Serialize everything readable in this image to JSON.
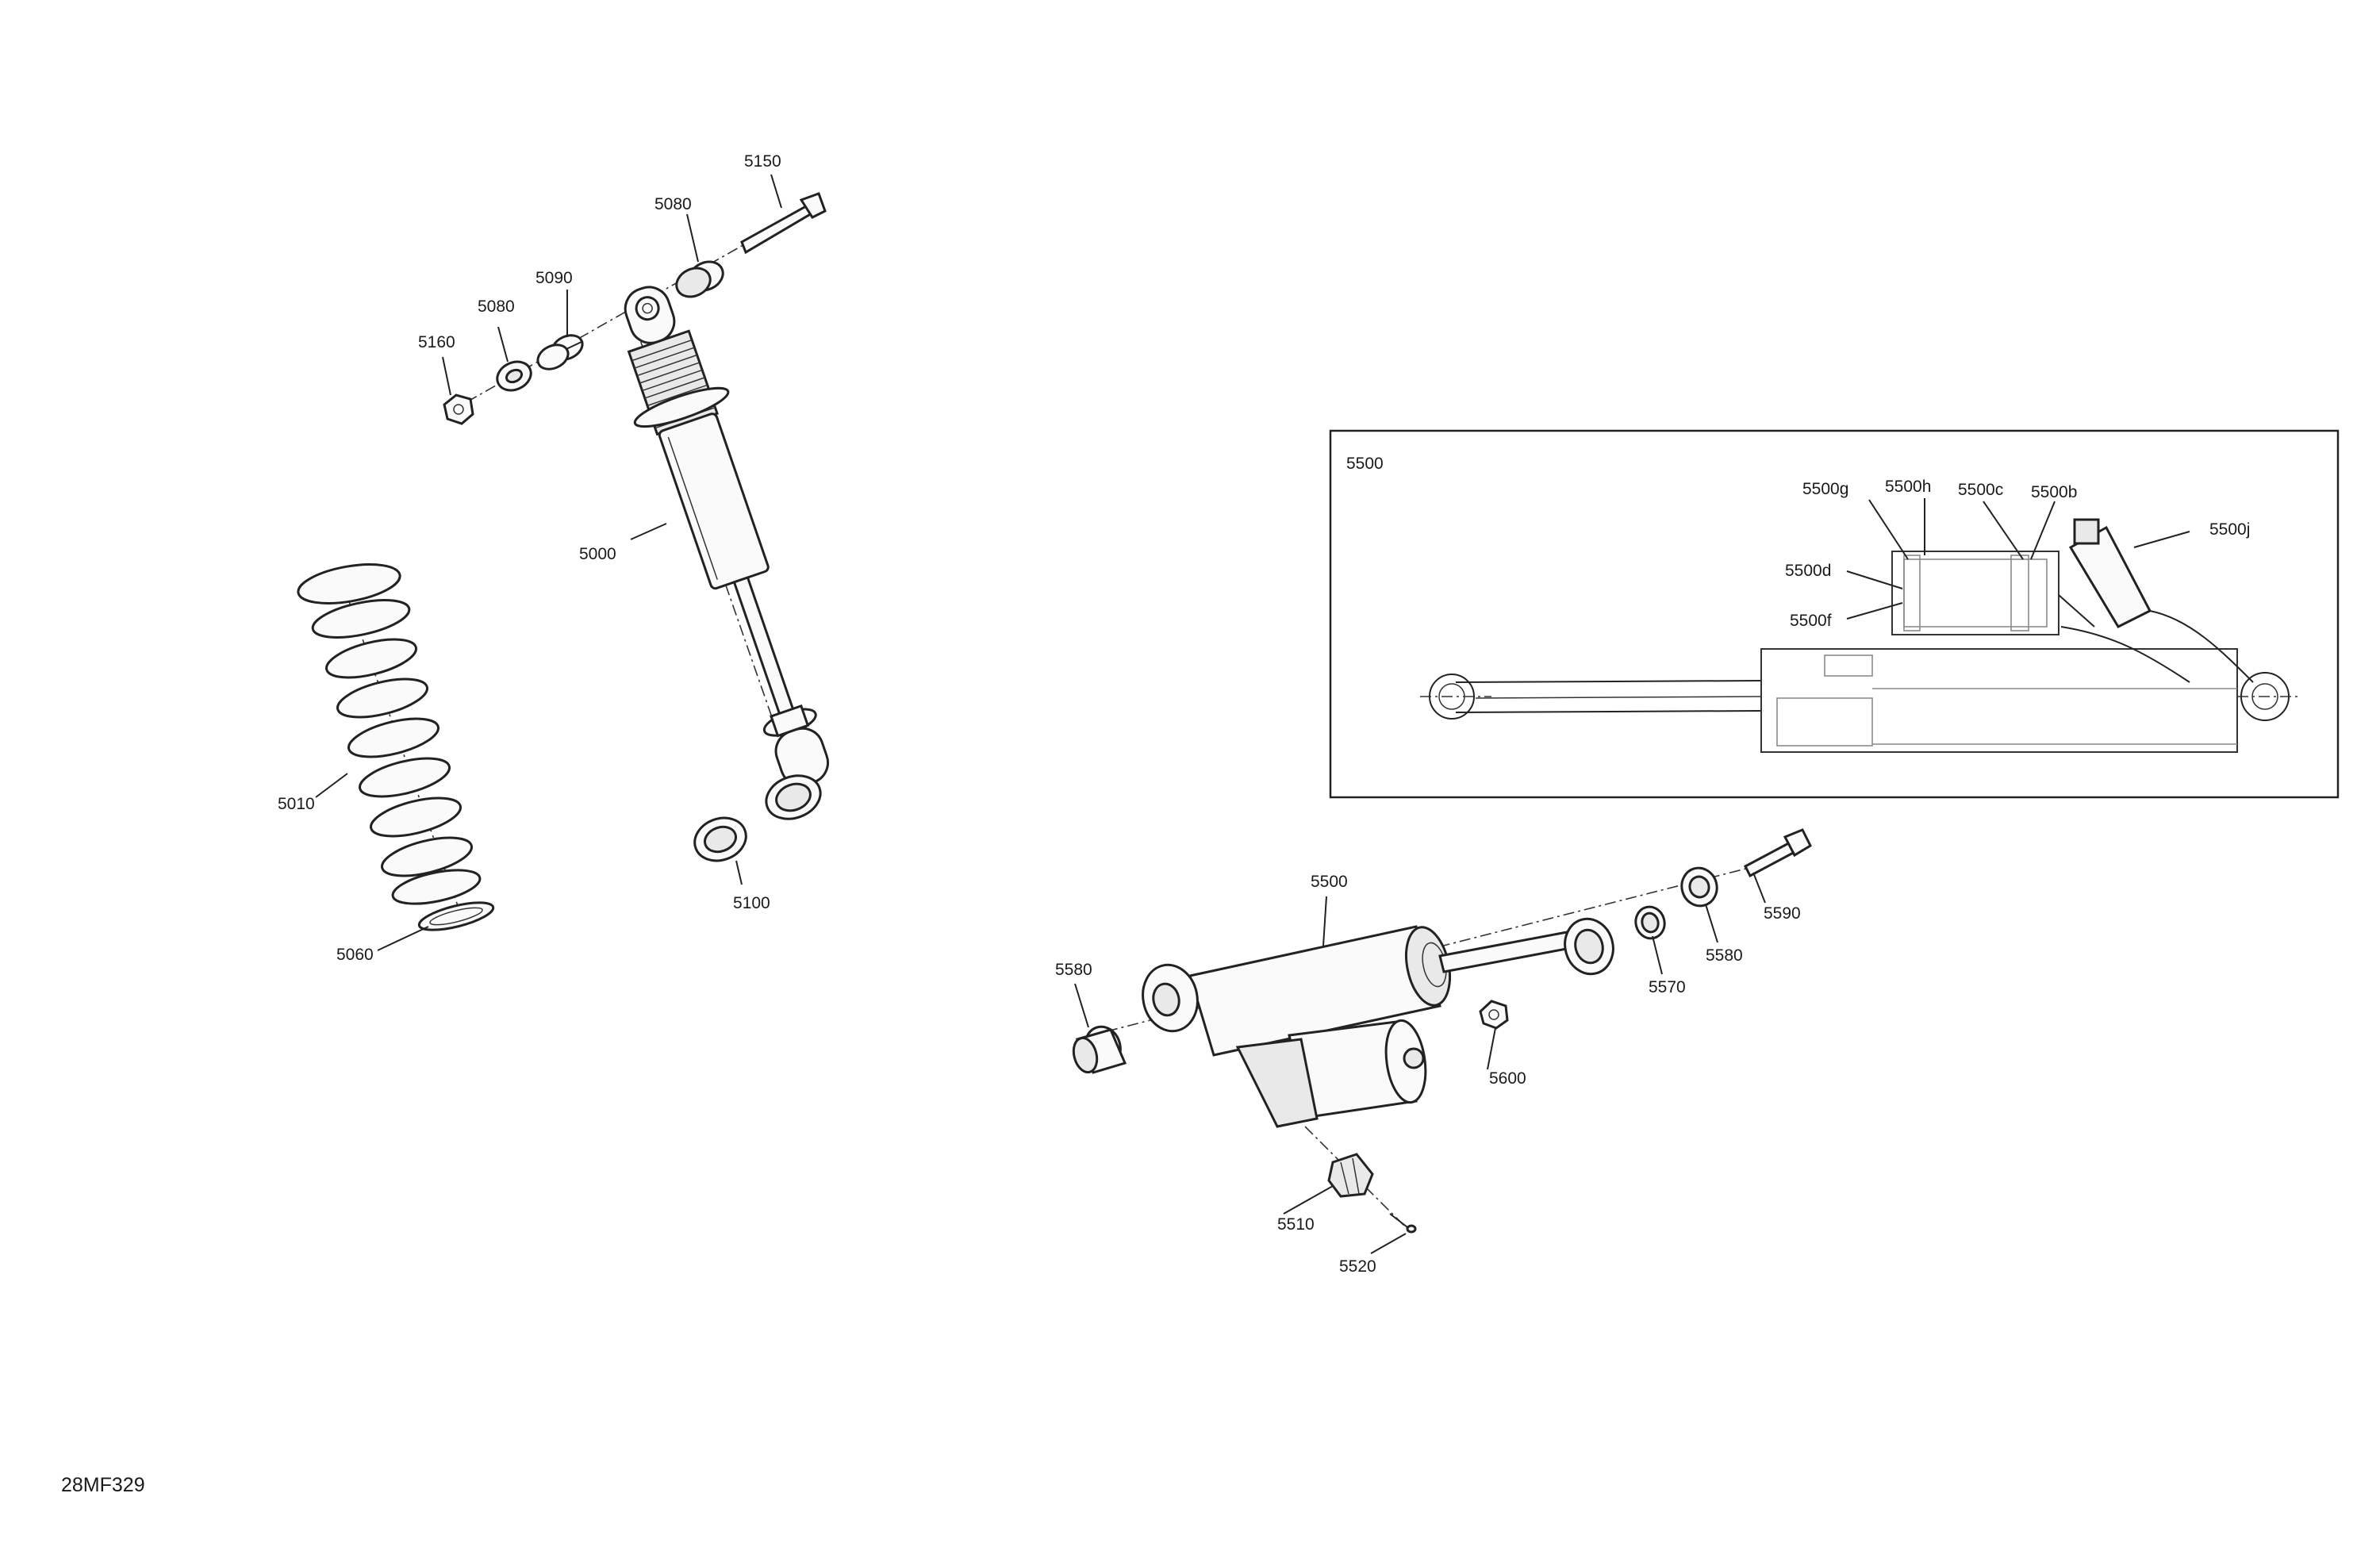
{
  "drawing_number": "28MF329",
  "labels": {
    "p5150": "5150",
    "p5080_top": "5080",
    "p5090": "5090",
    "p5080_left": "5080",
    "p5160": "5160",
    "p5000": "5000",
    "p5010": "5010",
    "p5060": "5060",
    "p5100": "5100",
    "p5500": "5500",
    "p5580_left": "5580",
    "p5600": "5600",
    "p5570": "5570",
    "p5580_right": "5580",
    "p5590": "5590",
    "p5510": "5510",
    "p5520": "5520"
  },
  "inset": {
    "title": "5500",
    "labels": {
      "p5500g": "5500g",
      "p5500h": "5500h",
      "p5500c": "5500c",
      "p5500b": "5500b",
      "p5500j": "5500j",
      "p5500d": "5500d",
      "p5500f": "5500f"
    }
  }
}
